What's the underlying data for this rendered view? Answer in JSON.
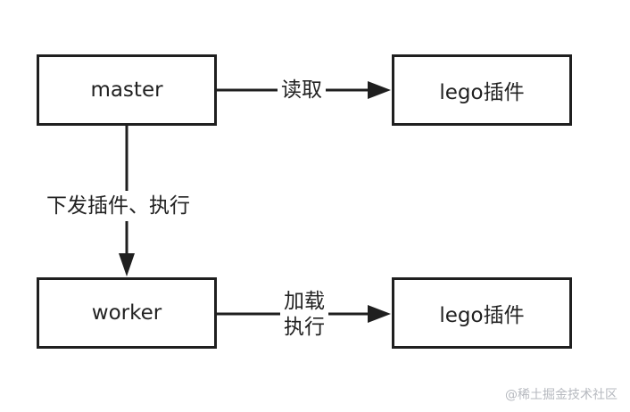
{
  "nodes": {
    "master": "master",
    "worker": "worker",
    "lego_plugin_top": "lego插件",
    "lego_plugin_bottom": "lego插件"
  },
  "edges": {
    "master_to_lego": "读取",
    "master_to_worker": "下发插件、执行",
    "worker_to_lego_line1": "加载",
    "worker_to_lego_line2": "执行"
  },
  "watermark": "@稀土掘金技术社区",
  "colors": {
    "stroke": "#1f1f1f",
    "text": "#222222",
    "watermark": "#b6b9bf",
    "background": "#ffffff"
  }
}
